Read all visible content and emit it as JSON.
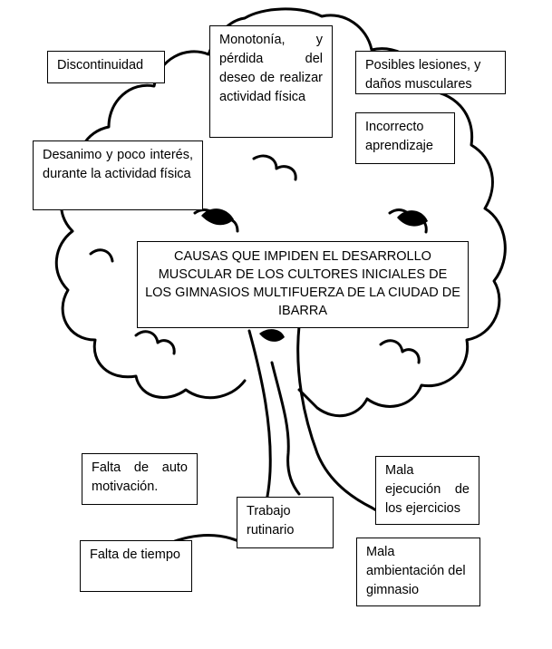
{
  "diagram": {
    "center_title": "CAUSAS QUE IMPIDEN EL DESARROLLO MUSCULAR DE LOS CULTORES INICIALES DE LOS GIMNASIOS MULTIFUERZA DE LA CIUDAD DE IBARRA",
    "leaves": [
      "Discontinuidad",
      "Monotonía, y pérdida del deseo de realizar actividad física",
      "Posibles lesiones, y daños musculares",
      "Incorrecto aprendizaje",
      "Desanimo y poco interés, durante la actividad física"
    ],
    "roots": [
      "Falta de auto motivación.",
      "Mala ejecución de los ejercicios",
      "Trabajo rutinario",
      "Falta de tiempo",
      "Mala ambientación del gimnasio"
    ]
  }
}
